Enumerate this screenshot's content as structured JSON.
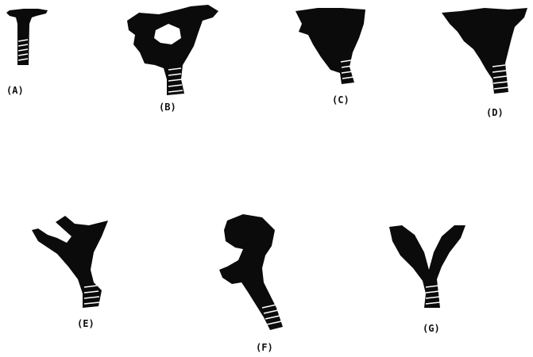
{
  "figure": {
    "panels": [
      {
        "id": "A",
        "label": "(A)"
      },
      {
        "id": "B",
        "label": "(B)"
      },
      {
        "id": "C",
        "label": "(C)"
      },
      {
        "id": "D",
        "label": "(D)"
      },
      {
        "id": "E",
        "label": "(E)"
      },
      {
        "id": "F",
        "label": "(F)"
      },
      {
        "id": "G",
        "label": "(G)"
      }
    ]
  }
}
